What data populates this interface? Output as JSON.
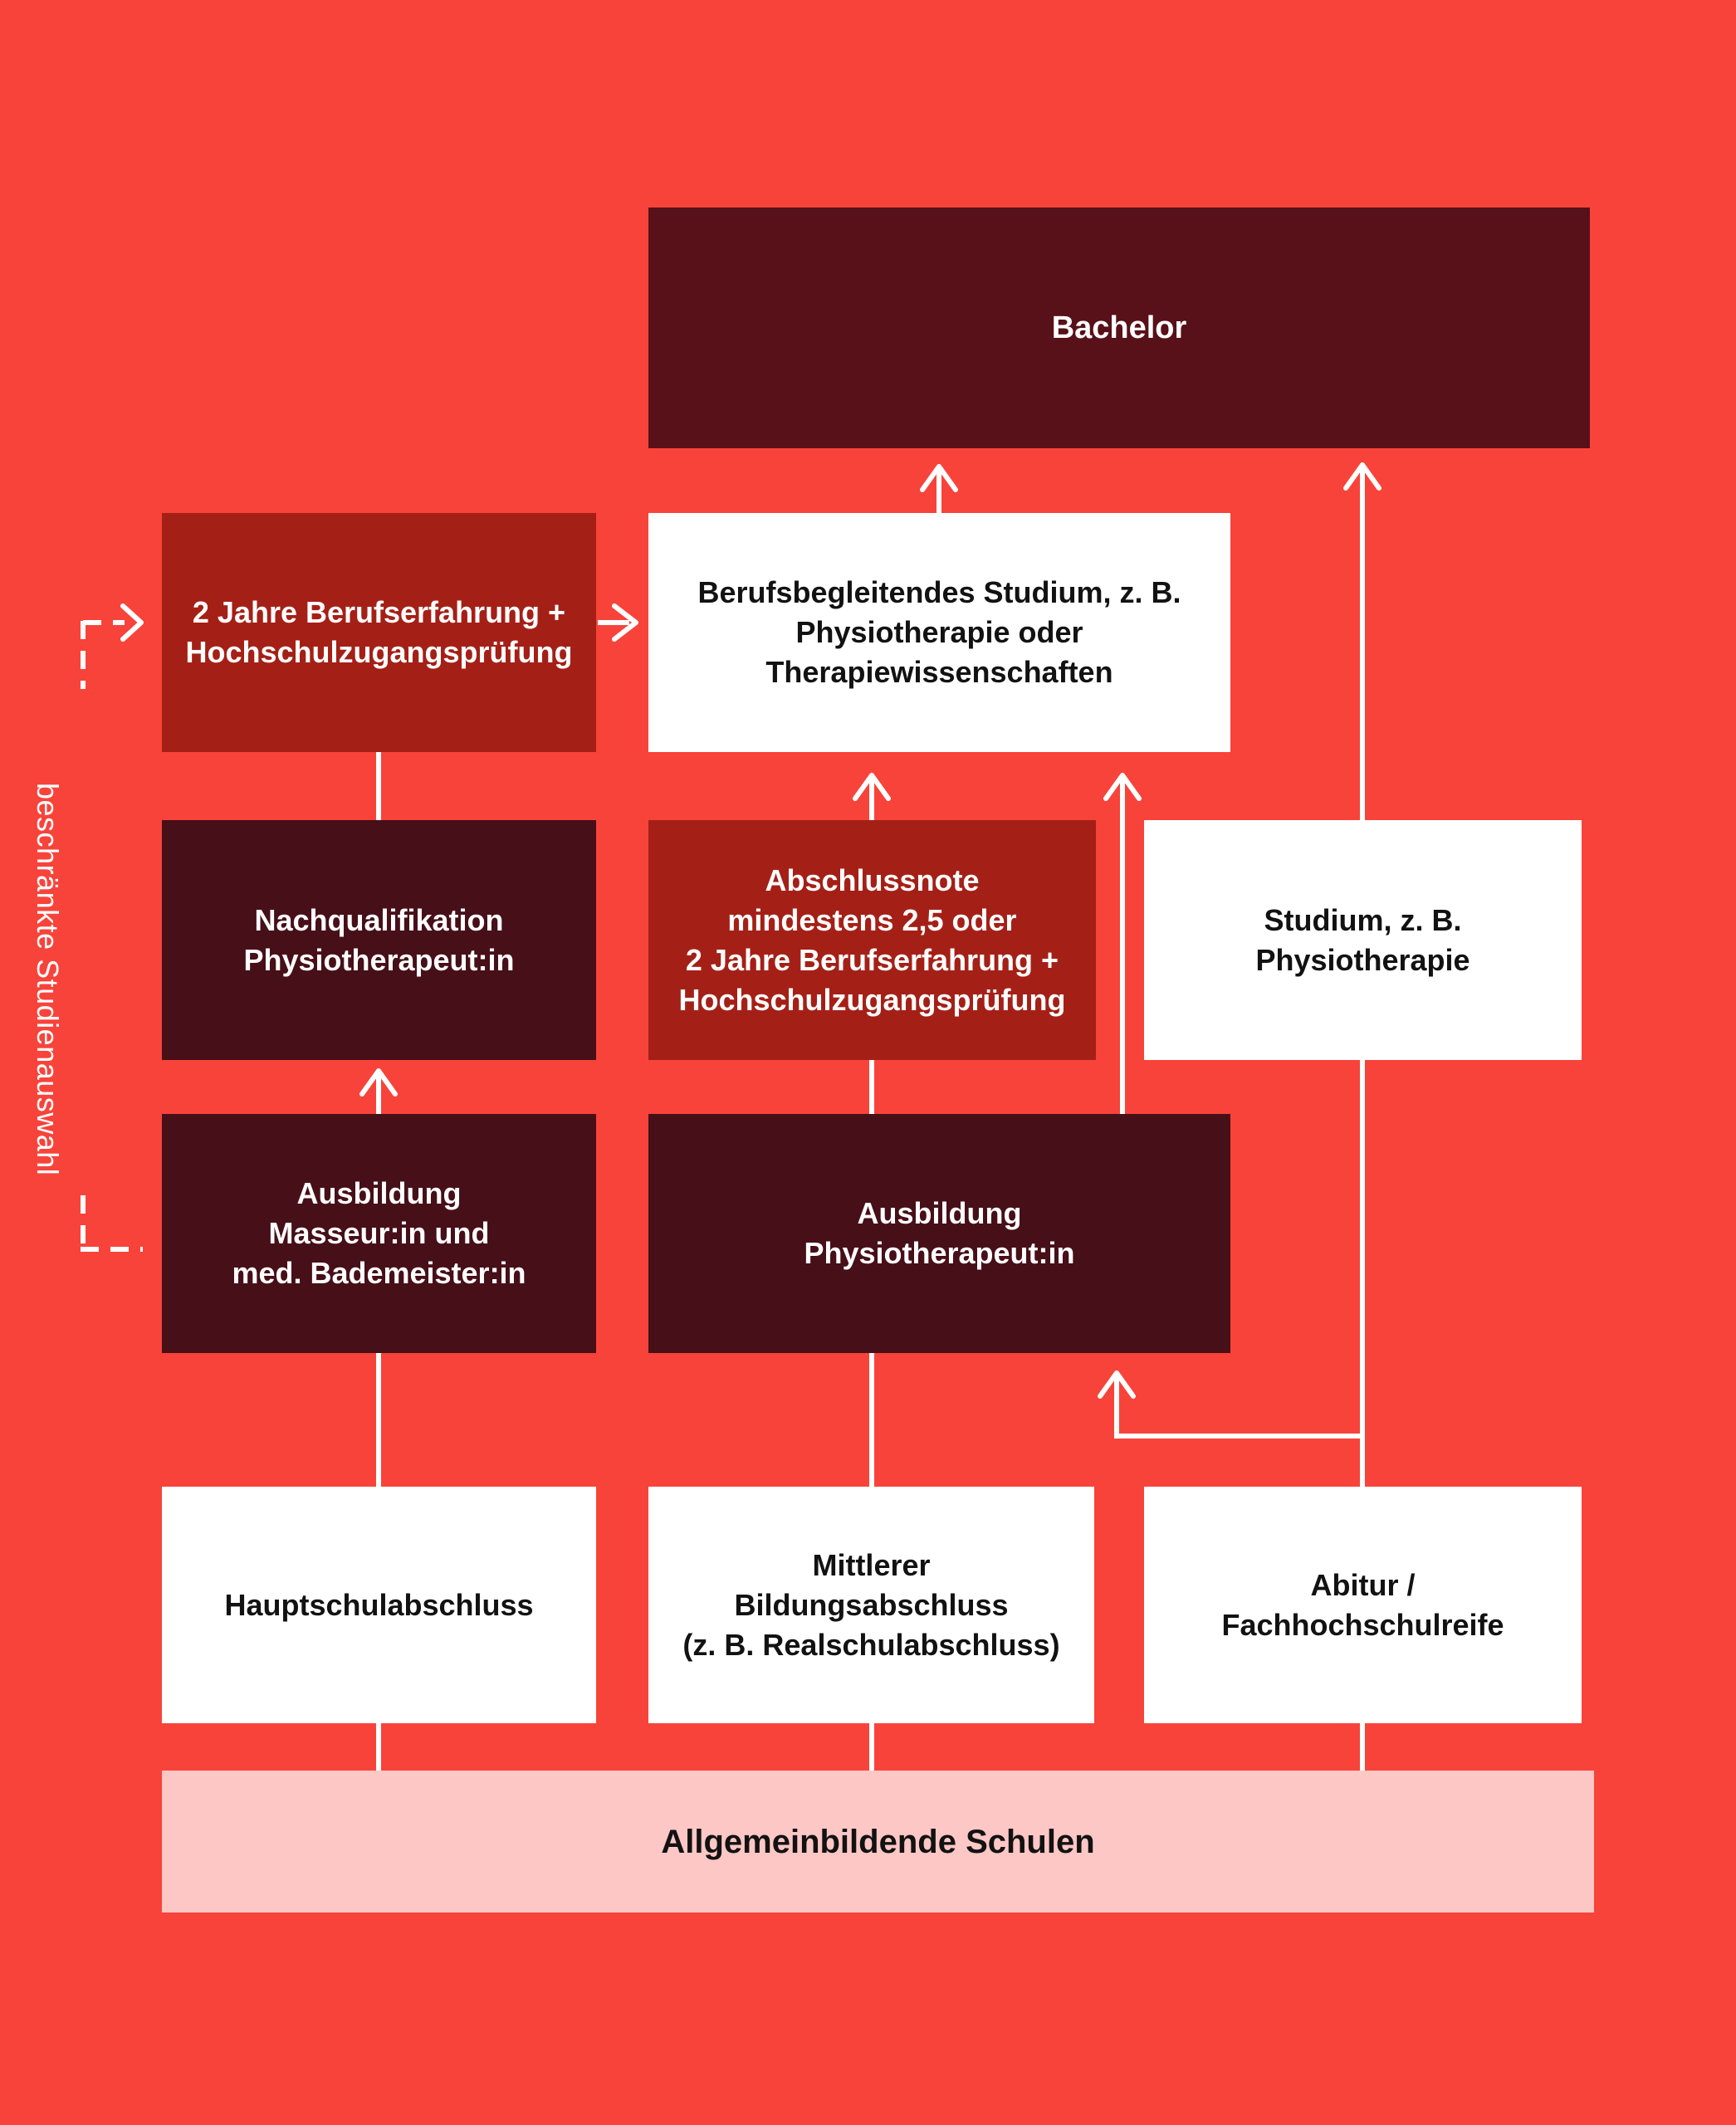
{
  "title": "Bildungswege Physiotherapie Flussdiagramm",
  "palette": {
    "background": "#f8433a",
    "box_white": "#ffffff",
    "box_pink": "#fdc7c5",
    "box_dark_red": "#a42017",
    "box_maroon": "#470f18",
    "box_maroon_light": "#581019",
    "line": "#ffffff",
    "text_dark": "#121212",
    "text_light": "#ffffff"
  },
  "side_label": "beschränkte Studienauswahl",
  "nodes": {
    "bachelor": {
      "label": "Bachelor"
    },
    "berufserfahrung": {
      "label": "2 Jahre Berufserfahrung +\nHochschulzugangsprüfung"
    },
    "berufsbegleitend": {
      "label": "Berufsbegleitendes Studium, z. B.\nPhysiotherapie oder\nTherapiewissenschaften"
    },
    "nachqualifikation": {
      "label": "Nachqualifikation\nPhysiotherapeut:in"
    },
    "abschlussnote": {
      "label": "Abschlussnote\nmindestens 2,5 oder\n2 Jahre Berufserfahrung +\nHochschulzugangsprüfung"
    },
    "studium": {
      "label": "Studium, z. B.\nPhysiotherapie"
    },
    "masseur": {
      "label": "Ausbildung\nMasseur:in und\nmed. Bademeister:in"
    },
    "ausbildung_physio": {
      "label": "Ausbildung\nPhysiotherapeut:in"
    },
    "hauptschule": {
      "label": "Hauptschulabschluss"
    },
    "mittlerer": {
      "label": "Mittlerer\nBildungsabschluss\n(z. B. Realschulabschluss)"
    },
    "abitur": {
      "label": "Abitur /\nFachhochschulreife"
    },
    "schulen": {
      "label": "Allgemeinbildende Schulen"
    }
  }
}
